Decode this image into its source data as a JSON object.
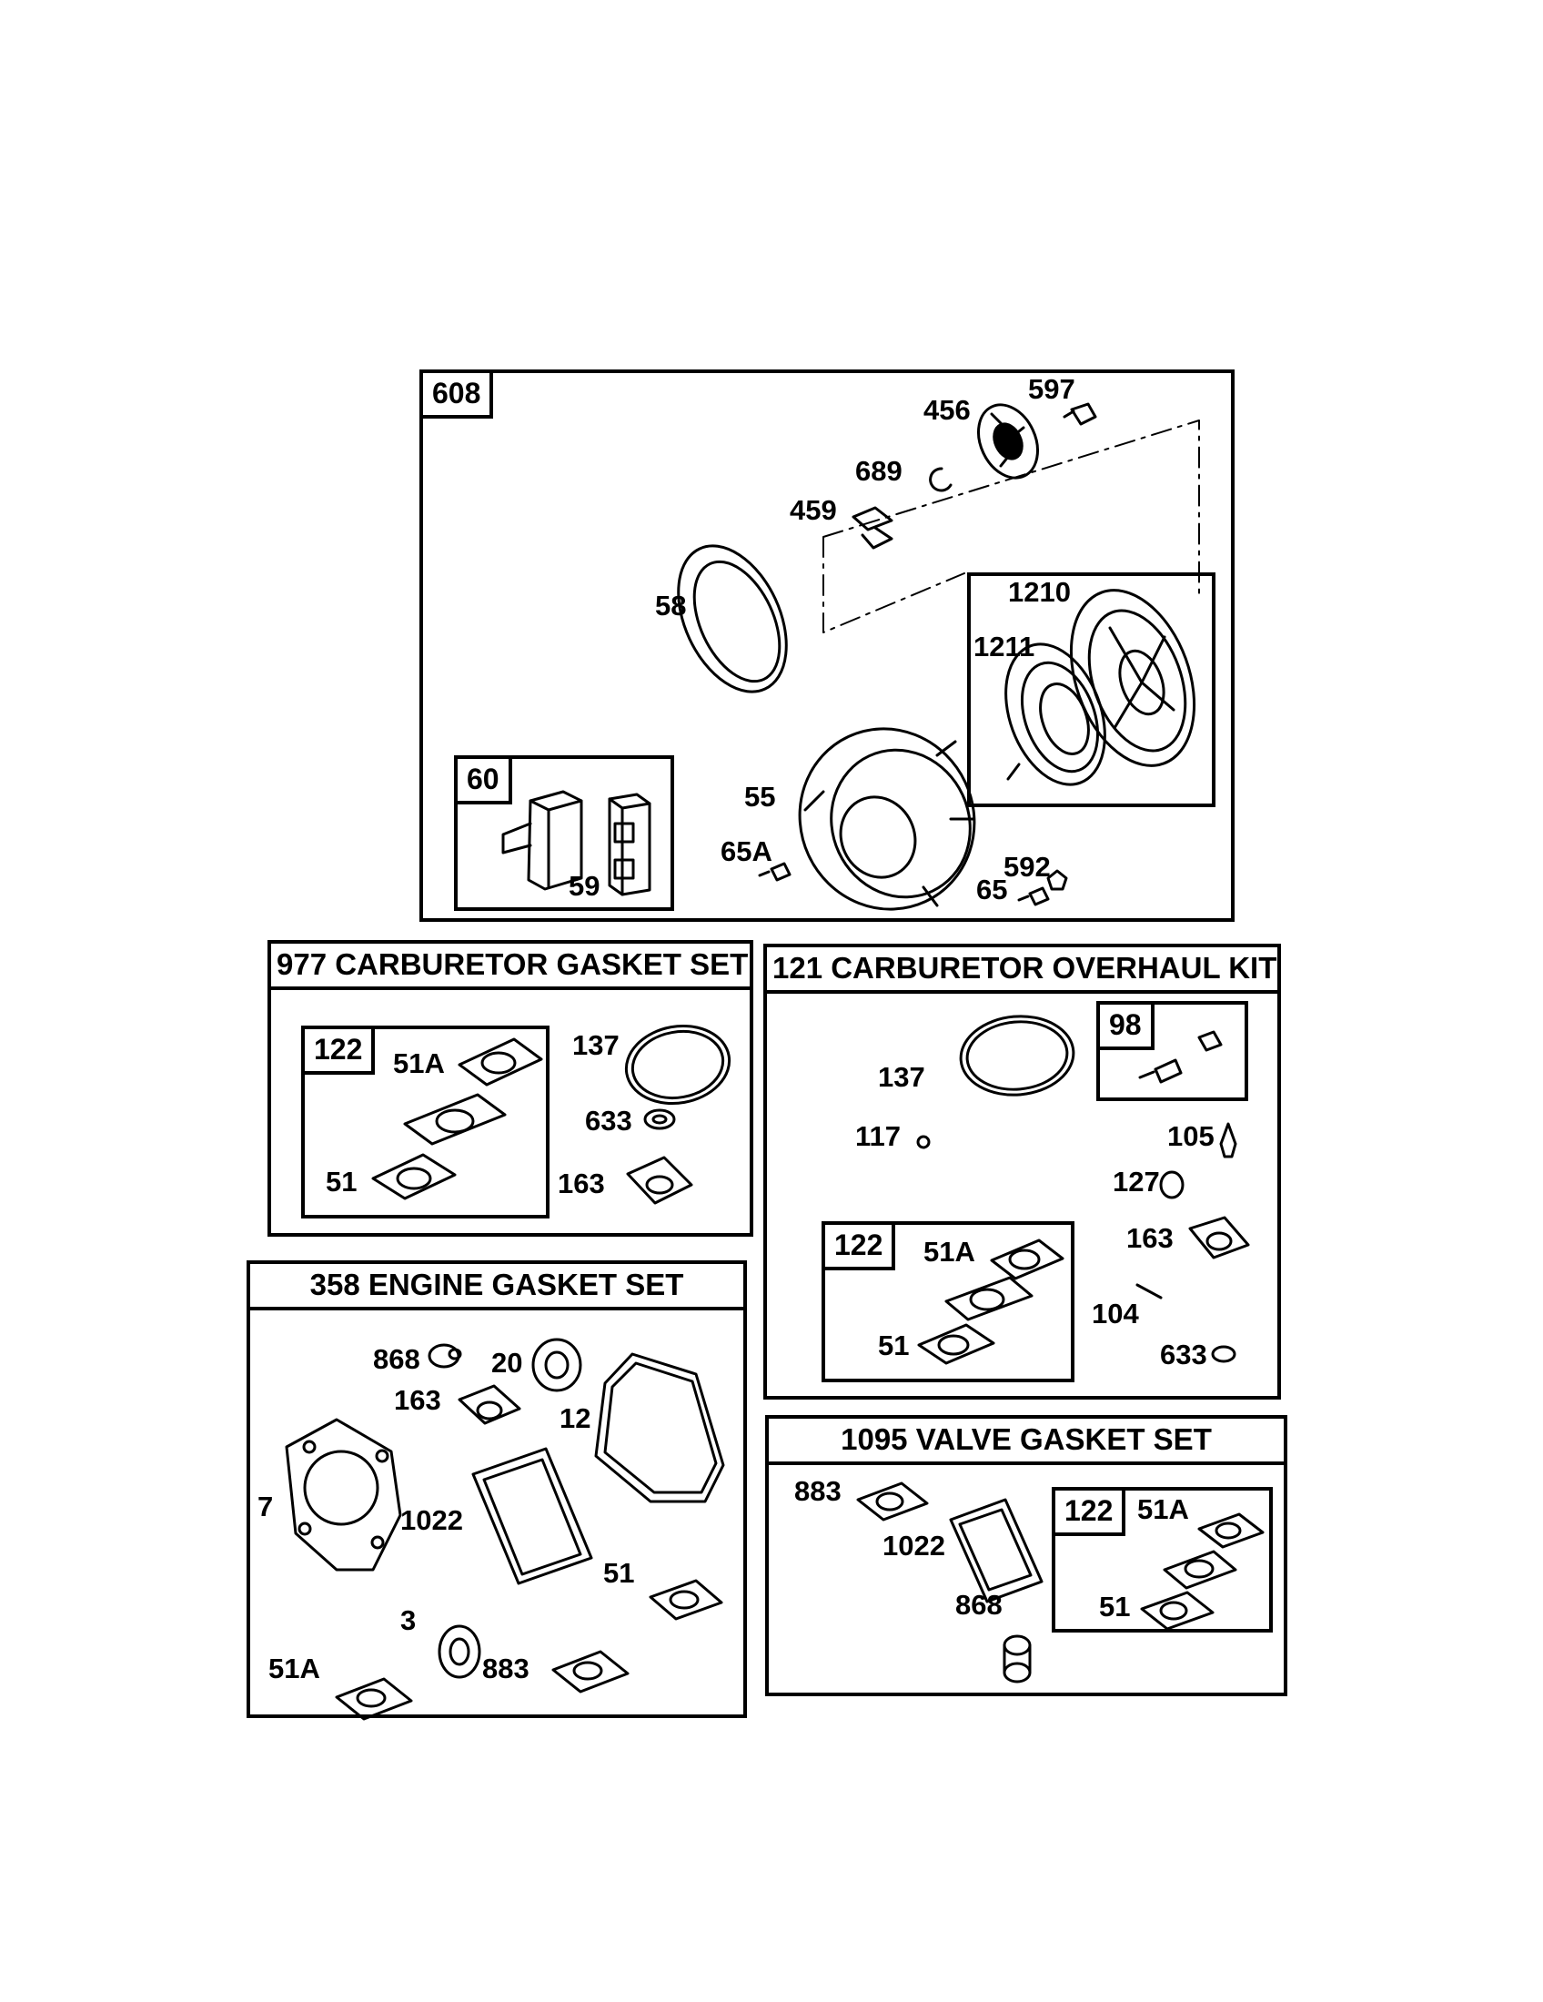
{
  "recoil_assembly": {
    "tag": "608",
    "labels": {
      "p597": "597",
      "p456": "456",
      "p689": "689",
      "p459": "459",
      "p58": "58",
      "p1210": "1210",
      "p1211": "1211",
      "p55": "55",
      "p65A": "65A",
      "p592": "592",
      "p65": "65"
    },
    "handle_kit": {
      "tag": "60",
      "label_59": "59"
    }
  },
  "carburetor_gasket_set": {
    "title": "977 CARBURETOR  GASKET SET",
    "kit": {
      "tag": "122",
      "label_51A": "51A",
      "label_51": "51"
    },
    "labels": {
      "p137": "137",
      "p633": "633",
      "p163": "163"
    }
  },
  "carburetor_overhaul_kit": {
    "title": "121 CARBURETOR OVERHAUL KIT",
    "sub_kit_98": {
      "tag": "98"
    },
    "kit": {
      "tag": "122",
      "label_51A": "51A",
      "label_51": "51"
    },
    "labels": {
      "p137": "137",
      "p117": "117",
      "p105": "105",
      "p127": "127",
      "p163": "163",
      "p104": "104",
      "p633": "633"
    }
  },
  "engine_gasket_set": {
    "title": "358 ENGINE GASKET SET",
    "labels": {
      "p868": "868",
      "p20": "20",
      "p163": "163",
      "p12": "12",
      "p7": "7",
      "p1022": "1022",
      "p51": "51",
      "p3": "3",
      "p51A": "51A",
      "p883": "883"
    }
  },
  "valve_gasket_set": {
    "title": "1095 VALVE GASKET SET",
    "kit": {
      "tag": "122",
      "label_51A": "51A",
      "label_51": "51"
    },
    "labels": {
      "p883": "883",
      "p1022": "1022",
      "p868": "868"
    }
  }
}
